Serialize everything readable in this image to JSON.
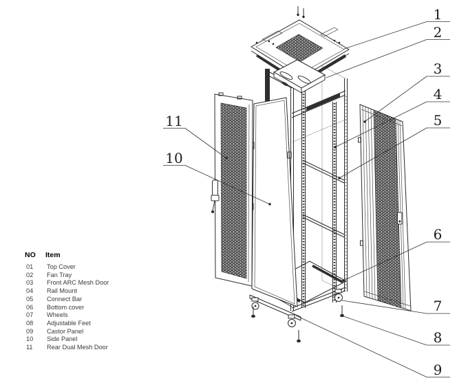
{
  "table": {
    "headers": {
      "no": "NO",
      "item": "Item"
    },
    "rows": [
      {
        "no": "01",
        "item": "Top Cover"
      },
      {
        "no": "02",
        "item": "Fan Tray"
      },
      {
        "no": "03",
        "item": "Front ARC Mesh Door"
      },
      {
        "no": "04",
        "item": "Rail Mount"
      },
      {
        "no": "05",
        "item": "Connect Bar"
      },
      {
        "no": "06",
        "item": "Bottom cover"
      },
      {
        "no": "07",
        "item": "Wheels"
      },
      {
        "no": "08",
        "item": "Adjustable Feet"
      },
      {
        "no": "09",
        "item": "Castor Panel"
      },
      {
        "no": "10",
        "item": "Side Panel"
      },
      {
        "no": "11",
        "item": "Rear Dual Mesh Door"
      }
    ]
  },
  "callouts": {
    "right": [
      "1",
      "2",
      "3",
      "4",
      "5",
      "6",
      "7",
      "8",
      "9"
    ],
    "left": [
      "11",
      "10"
    ]
  },
  "colors": {
    "line": "#2a2a2a",
    "mesh_dark": "#2e2e2e",
    "background": "#ffffff"
  }
}
